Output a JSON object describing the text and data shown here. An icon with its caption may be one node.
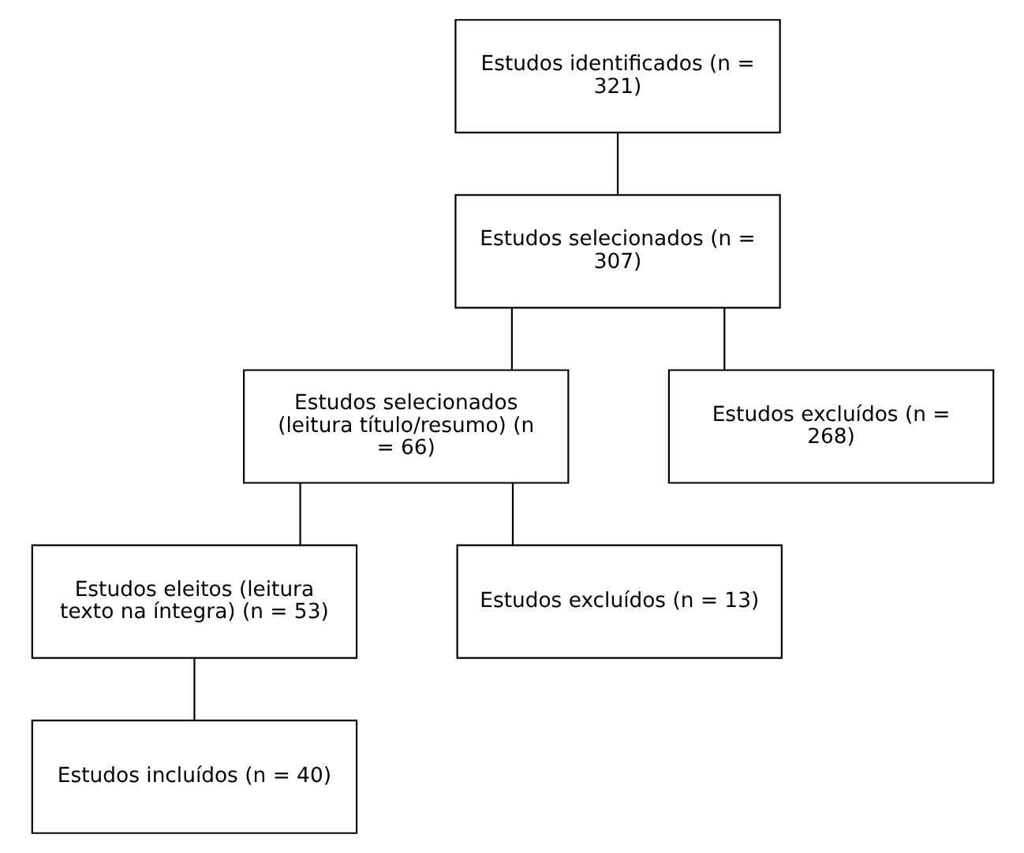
{
  "diagram": {
    "nodes": [
      {
        "text": [
          "Estudos identificados (n = 321)"
        ]
      },
      {
        "text": [
          "Estudos selecionados (n = 307)"
        ]
      },
      {
        "text": [
          "Estudos selecionados (leitura título/resumo) (n = 66)"
        ]
      },
      {
        "text": [
          "Estudos excluídos (n = 268)"
        ]
      },
      {
        "text": [
          "Estudos eleitos (leitura texto na íntegra) (n = 53)"
        ]
      },
      {
        "text": [
          "Estudos excluídos (n = 13)"
        ]
      },
      {
        "text": [
          "Estudos incluídos (n = 40)"
        ]
      }
    ],
    "edges": [
      {
        "from": 0,
        "to": 1,
        "arrow": "none"
      },
      {
        "from": 1,
        "to": 2,
        "arrow": "none"
      },
      {
        "from": 1,
        "to": 3,
        "arrow": "none"
      },
      {
        "from": 2,
        "to": 4,
        "arrow": "none"
      },
      {
        "from": 2,
        "to": 5,
        "arrow": "none"
      },
      {
        "from": 4,
        "to": 6,
        "arrow": "none"
      }
    ]
  }
}
